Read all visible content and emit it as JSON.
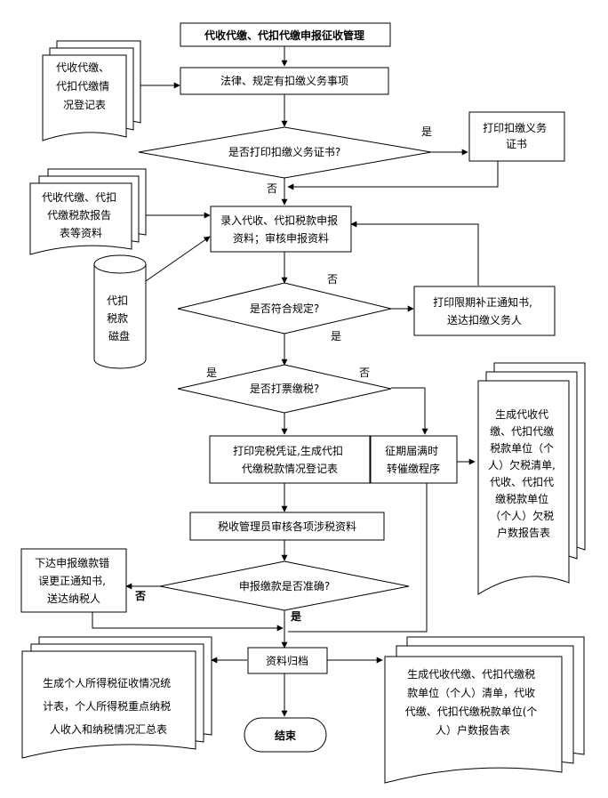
{
  "title": "代收代缴、代扣代缴申报征收管理",
  "nodes": {
    "legal_matters": "法律、规定有扣缴义务事项",
    "print_cert_q": "是否打印扣缴义务证书?",
    "print_cert": [
      "打印扣缴义务",
      "证书"
    ],
    "register_form": [
      "代收代缴、",
      "代扣代缴情",
      "况登记表"
    ],
    "report_forms": [
      "代收代缴、代扣",
      "代缴税款报告",
      "表等资料"
    ],
    "disk": [
      "代扣",
      "税款",
      "磁盘"
    ],
    "entry_review": [
      "录入代收、代扣税款申报",
      "资料；审核申报资料"
    ],
    "compliant_q": "是否符合规定?",
    "correction_notice": [
      "打印限期补正通知书,",
      "送达扣缴义务人"
    ],
    "pay_q": "是否打票缴税?",
    "print_voucher": [
      "打印完税凭证,生成代扣",
      "代缴税款情况登记表"
    ],
    "overdue": [
      "征期届满时",
      "转催缴程序"
    ],
    "arrears_list": [
      "生成代收代",
      "缴、代扣代缴",
      "税款单位（个",
      "人）欠税清单,",
      "代收、代扣代",
      "缴税款单位",
      "（个人）欠税",
      "户数报告表"
    ],
    "admin_review": "税收管理员审核各项涉税资料",
    "accurate_q": "申报缴款是否准确?",
    "error_notice": [
      "下达申报缴款错",
      "误更正通知书,",
      "送达纳税人"
    ],
    "archive": "资料归档",
    "summary_stats": [
      "生成个人所得税征收情况统",
      "计表，个人所得税重点纳税",
      "人收入和纳税情况汇总表"
    ],
    "unit_list": [
      "生成代收代缴、代扣代缴税",
      "款单位（个人）清单，代收",
      "代缴、代扣代缴税款单位(个",
      "人）户数报告表"
    ],
    "end": "结束"
  },
  "labels": {
    "yes": "是",
    "no": "否"
  },
  "colors": {
    "line": "#000000",
    "fill": "#ffffff"
  }
}
